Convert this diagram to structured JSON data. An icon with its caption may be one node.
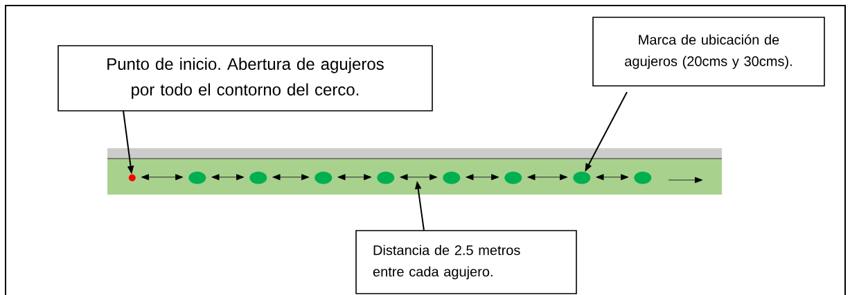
{
  "diagram": {
    "nodes": [
      {
        "text": [
          "Punto de inicio. Abertura de agujeros por todo el contorno del cerco."
        ]
      },
      {
        "text": [
          "Marca de ubicación de agujeros (20cms y 30cms)."
        ]
      },
      {
        "text": [
          "Distancia de 2.5 metros entre cada agujero."
        ]
      },
      {
        "text": [],
        "shape": "bar"
      },
      {
        "text": [],
        "shape": "circle",
        "in": 3
      },
      {
        "text": [],
        "shape": "circle",
        "in": 3
      },
      {
        "text": [],
        "shape": "circle",
        "in": 3
      },
      {
        "text": [],
        "shape": "circle",
        "in": 3
      },
      {
        "text": [],
        "shape": "circle",
        "in": 3
      },
      {
        "text": [],
        "shape": "circle",
        "in": 3
      },
      {
        "text": [],
        "shape": "circle",
        "in": 3
      },
      {
        "text": [],
        "shape": "circle",
        "in": 3
      },
      {
        "text": [],
        "shape": "circle",
        "in": 3
      }
    ],
    "edges": [
      {
        "from": 0,
        "to": 4,
        "arrow": "to"
      },
      {
        "from": 1,
        "to": 11,
        "arrow": "to"
      },
      {
        "from": 2,
        "to": 3,
        "arrow": "to"
      },
      {
        "from": 4,
        "to": 5,
        "arrow": "both"
      },
      {
        "from": 5,
        "to": 6,
        "arrow": "both"
      },
      {
        "from": 6,
        "to": 7,
        "arrow": "both"
      },
      {
        "from": 7,
        "to": 8,
        "arrow": "both"
      },
      {
        "from": 8,
        "to": 9,
        "arrow": "both"
      },
      {
        "from": 9,
        "to": 10,
        "arrow": "both"
      },
      {
        "from": 10,
        "to": 11,
        "arrow": "both"
      },
      {
        "from": 11,
        "to": 12,
        "arrow": "both"
      }
    ]
  }
}
